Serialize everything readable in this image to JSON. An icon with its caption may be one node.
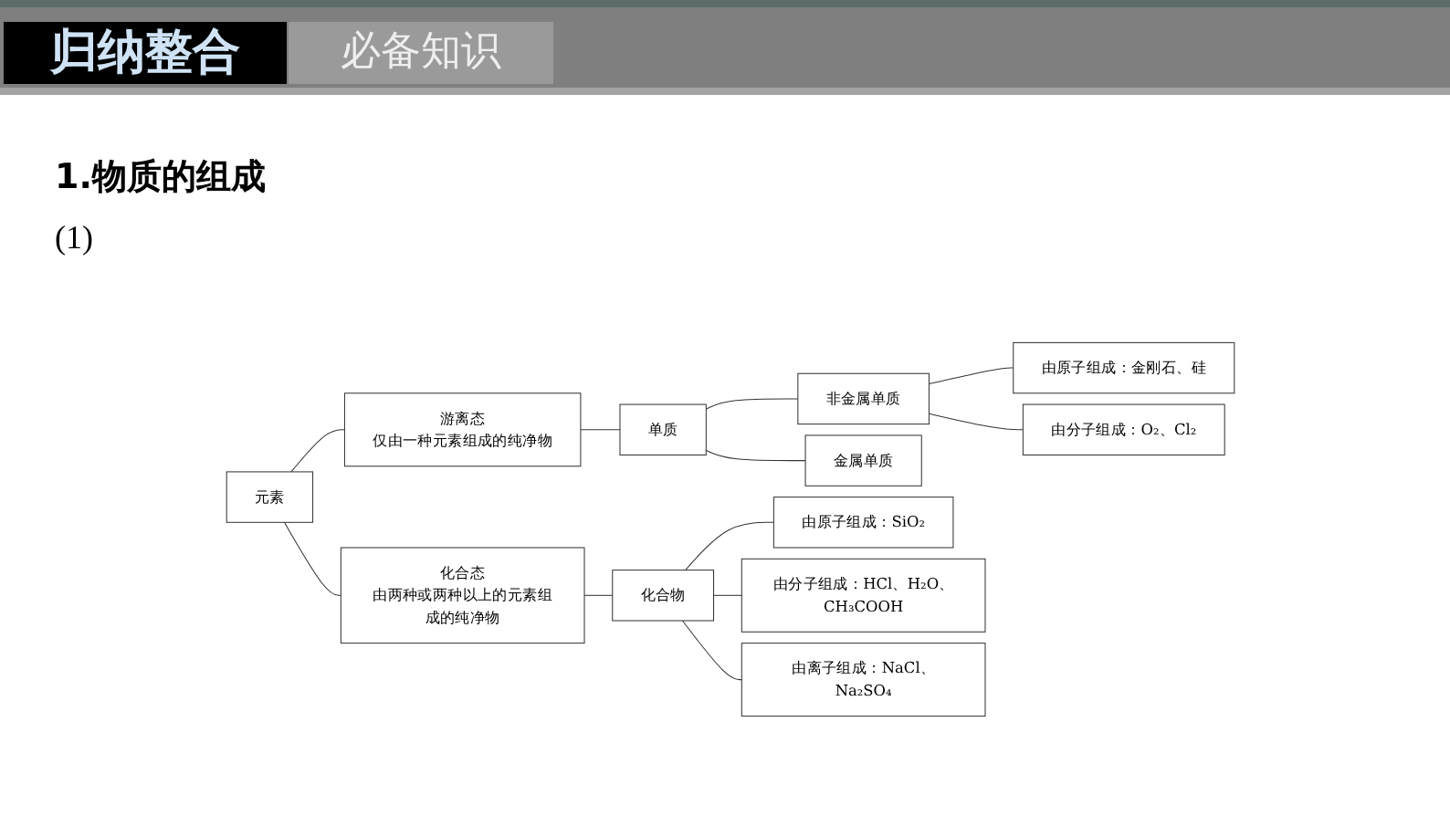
{
  "diagram": {
    "title": "1.物质的组成",
    "nodes": [
      {
        "text": [
          "元素"
        ]
      },
      {
        "text": [
          "游离态",
          "仅由一种元素组成的纯净物"
        ]
      },
      {
        "text": [
          "单质"
        ]
      },
      {
        "text": [
          "非金属单质"
        ]
      },
      {
        "text": [
          "由原子组成：金刚石、硅"
        ]
      },
      {
        "text": [
          "由分子组成：O₂、Cl₂"
        ]
      },
      {
        "text": [
          "金属单质"
        ]
      },
      {
        "text": [
          "化合态",
          "由两种或两种以上的元素组成的纯净物"
        ]
      },
      {
        "text": [
          "化合物"
        ]
      },
      {
        "text": [
          "由原子组成：SiO₂"
        ]
      },
      {
        "text": [
          "由分子组成：HCl、H₂O、CH₃COOH"
        ]
      },
      {
        "text": [
          "由离子组成：NaCl、Na₂SO₄"
        ]
      }
    ],
    "edges": [
      {
        "from": 0,
        "to": 1,
        "arrow": "none"
      },
      {
        "from": 1,
        "to": 2,
        "arrow": "none"
      },
      {
        "from": 2,
        "to": 3,
        "arrow": "none"
      },
      {
        "from": 3,
        "to": 4,
        "arrow": "none"
      },
      {
        "from": 3,
        "to": 5,
        "arrow": "none"
      },
      {
        "from": 2,
        "to": 6,
        "arrow": "none"
      },
      {
        "from": 0,
        "to": 7,
        "arrow": "none"
      },
      {
        "from": 7,
        "to": 8,
        "arrow": "none"
      },
      {
        "from": 8,
        "to": 9,
        "arrow": "none"
      },
      {
        "from": 8,
        "to": 10,
        "arrow": "none"
      },
      {
        "from": 8,
        "to": 11,
        "arrow": "none"
      }
    ],
    "labels": [
      "归纳整合",
      "必备知识",
      "(1)"
    ]
  }
}
